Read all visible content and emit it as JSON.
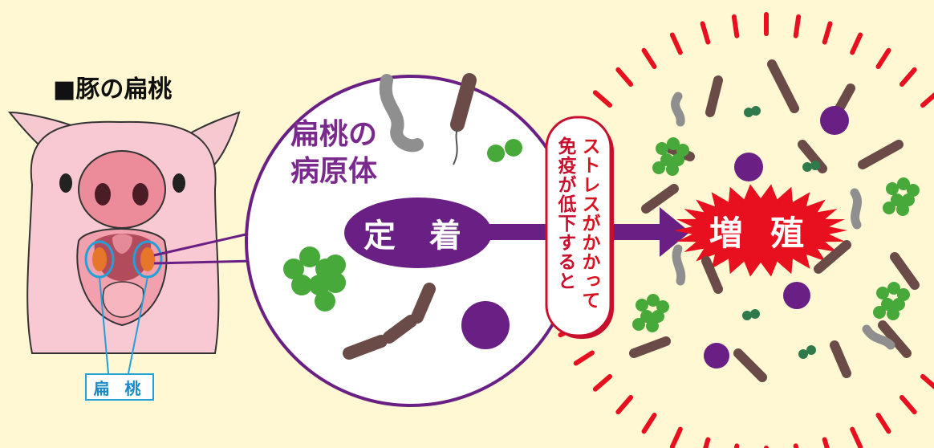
{
  "title": "■豚の扁桃",
  "tonsil_label": "扁 桃",
  "pathogen_label": [
    "扁桃の",
    "病原体"
  ],
  "stage1_label": "定 着",
  "condition_label": [
    "ストレスがかかって",
    "免疫が低下すると"
  ],
  "stage2_label": "増 殖",
  "colors": {
    "background": "#fff8d2",
    "purple": "#6a1f84",
    "red": "#e8101e",
    "blue": "#23a0d8",
    "green": "#47a93a",
    "brown": "#6a4b47",
    "gray": "#8f8f8f"
  }
}
